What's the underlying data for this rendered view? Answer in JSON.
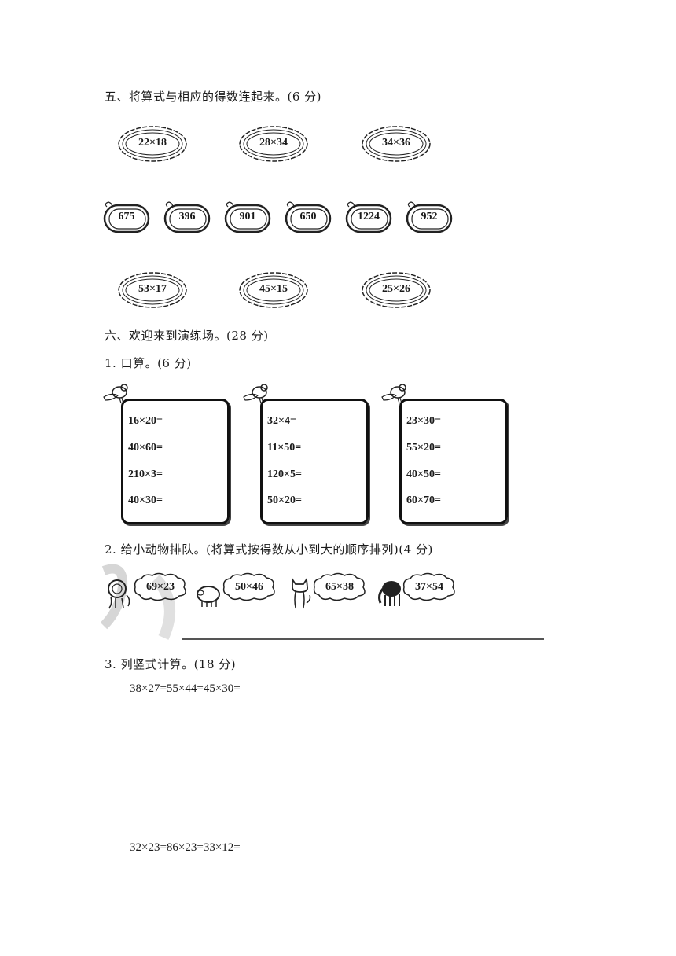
{
  "section5": {
    "heading": "五、将算式与相应的得数连起来。(6 分)",
    "top_expressions": [
      "22×18",
      "28×34",
      "34×36"
    ],
    "answers": [
      "675",
      "396",
      "901",
      "650",
      "1224",
      "952"
    ],
    "bottom_expressions": [
      "53×17",
      "45×15",
      "25×26"
    ]
  },
  "section6": {
    "heading": "六、欢迎来到演练场。(28 分)",
    "q1": {
      "heading": "1. 口算。(6 分)",
      "boxes": [
        [
          "16×20=",
          "40×60=",
          "210×3=",
          "40×30="
        ],
        [
          "32×4=",
          "11×50=",
          "120×5=",
          "50×20="
        ],
        [
          "23×30=",
          "55×20=",
          "40×50=",
          "60×70="
        ]
      ]
    },
    "q2": {
      "heading": "2. 给小动物排队。(将算式按得数从小到大的顺序排列)(4 分)",
      "animals": [
        {
          "icon": "lion-icon",
          "expr": "69×23"
        },
        {
          "icon": "pig-icon",
          "expr": "50×46"
        },
        {
          "icon": "cat-icon",
          "expr": "65×38"
        },
        {
          "icon": "elephant-icon",
          "expr": "37×54"
        }
      ]
    },
    "q3": {
      "heading": "3. 列竖式计算。(18 分)",
      "line1": "38×27=55×44=45×30=",
      "line2": "32×23=86×23=33×12="
    }
  }
}
